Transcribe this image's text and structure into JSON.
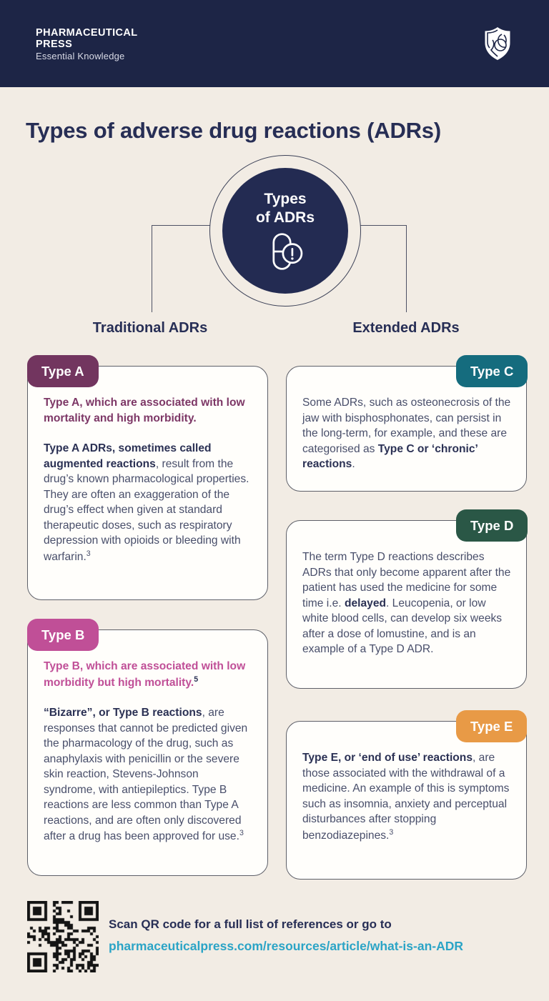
{
  "header": {
    "brand_line1": "PHARMACEUTICAL",
    "brand_line2": "PRESS",
    "tagline": "Essential Knowledge",
    "bg_color": "#1d2546"
  },
  "title": "Types of adverse drug reactions (ADRs)",
  "hub": {
    "label_line1": "Types",
    "label_line2": "of ADRs",
    "icon": "pill-alert-icon",
    "circle_color": "#232b52"
  },
  "columns": {
    "left_heading": "Traditional ADRs",
    "right_heading": "Extended ADRs"
  },
  "cards": [
    {
      "badge": "Type A",
      "badge_color": "#72355f",
      "paragraphs": {
        "p1": [
          {
            "text": "Type A, which are associated with low mortality and high morbidity.",
            "bold": true,
            "color": "#7d3766"
          }
        ],
        "p2": [
          {
            "text": "Type A ADRs, sometimes called augmented reactions",
            "bold": true,
            "color": "#2b3154"
          },
          {
            "text": ", result from the drug’s known pharmacological properties. They are often an exaggeration of the drug’s effect when given at standard therapeutic doses, such as respiratory depression with opioids or bleeding with warfarin."
          },
          {
            "text": "3",
            "sup": true
          }
        ]
      }
    },
    {
      "badge": "Type B",
      "badge_color": "#c04f97",
      "paragraphs": {
        "p1": [
          {
            "text": "Type B, which are associated with low morbidity but high mortality.",
            "bold": true,
            "color": "#c04f97"
          },
          {
            "text": "5",
            "sup": true,
            "bold": true,
            "color": "#2b3154"
          }
        ],
        "p2": [
          {
            "text": "“Bizarre”, or Type B reactions",
            "bold": true,
            "color": "#2b3154"
          },
          {
            "text": ", are responses that cannot be predicted given the pharmacology of the drug, such as anaphylaxis with penicillin or the severe skin reaction, Stevens-Johnson syndrome, with antiepileptics. Type B reactions are less common than Type A reactions, and are often only discovered after a drug has been approved for use."
          },
          {
            "text": "3",
            "sup": true
          }
        ]
      }
    },
    {
      "badge": "Type C",
      "badge_color": "#156c7e",
      "paragraphs": {
        "p1": [
          {
            "text": "Some ADRs, such as osteonecrosis of the jaw with bisphosphonates, can persist in the long-term, for example, and these are categorised as "
          },
          {
            "text": "Type C or ‘chronic’ reactions",
            "bold": true,
            "color": "#2b3154"
          },
          {
            "text": "."
          }
        ]
      }
    },
    {
      "badge": "Type D",
      "badge_color": "#2a5746",
      "paragraphs": {
        "p1": [
          {
            "text": "The term Type D reactions describes ADRs that only become apparent after the patient has used the medicine for some time i.e. "
          },
          {
            "text": "delayed",
            "bold": true,
            "color": "#2b3154"
          },
          {
            "text": ". Leucopenia, or low white blood cells, can develop six weeks after a dose of lomustine, and is an example of a Type D ADR."
          }
        ]
      }
    },
    {
      "badge": "Type E",
      "badge_color": "#e89a46",
      "paragraphs": {
        "p1": [
          {
            "text": "Type E, or ‘end of use’ reactions",
            "bold": true,
            "color": "#2b3154"
          },
          {
            "text": ", are those associated with the withdrawal of a medicine. An example of this is symptoms such as insomnia, anxiety and perceptual disturbances after stopping benzodiazepines."
          },
          {
            "text": "3",
            "sup": true
          }
        ]
      }
    }
  ],
  "footer": {
    "scan_text": "Scan QR code for a full list of references or go to",
    "link_text": "pharmaceuticalpress.com/resources/article/what-is-an-ADR",
    "link_color": "#2ba4c6"
  }
}
